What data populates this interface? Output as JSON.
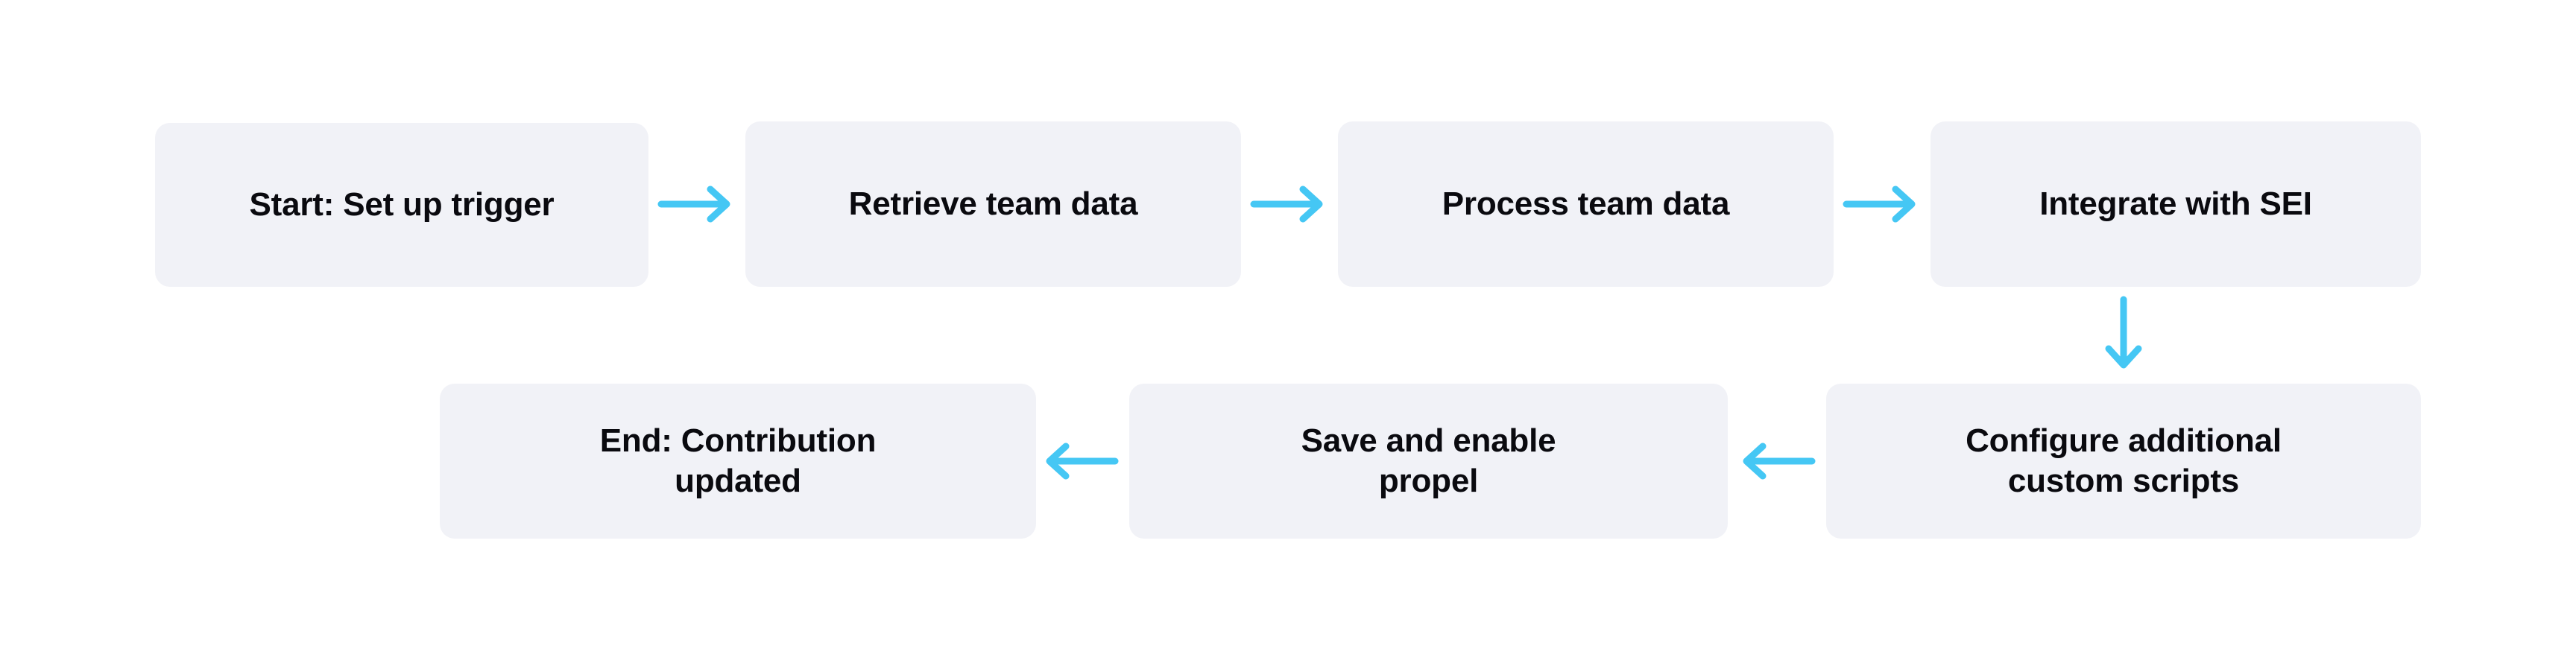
{
  "diagram": {
    "type": "flowchart",
    "title": "",
    "background_color": "#FFFFFF",
    "node_fill_color": "#F1F2F7",
    "node_text_color": "#0A0A0F",
    "arrow_color": "#45C7F4",
    "nodes": [
      {
        "id": "start",
        "label": "Start: Set up trigger",
        "row": 1,
        "order": 1
      },
      {
        "id": "retrieve",
        "label": "Retrieve team data",
        "row": 1,
        "order": 2
      },
      {
        "id": "process",
        "label": "Process team data",
        "row": 1,
        "order": 3
      },
      {
        "id": "integrate",
        "label": "Integrate with SEI",
        "row": 1,
        "order": 4
      },
      {
        "id": "configure",
        "label": "Configure additional\ncustom scripts",
        "row": 2,
        "order": 1
      },
      {
        "id": "save",
        "label": "Save and enable\npropel",
        "row": 2,
        "order": 2
      },
      {
        "id": "end",
        "label": "End: Contribution\nupdated",
        "row": 2,
        "order": 3
      }
    ],
    "edges": [
      {
        "from": "start",
        "to": "retrieve",
        "direction": "right",
        "label": ""
      },
      {
        "from": "retrieve",
        "to": "process",
        "direction": "right",
        "label": ""
      },
      {
        "from": "process",
        "to": "integrate",
        "direction": "right",
        "label": ""
      },
      {
        "from": "integrate",
        "to": "configure",
        "direction": "down",
        "label": ""
      },
      {
        "from": "configure",
        "to": "save",
        "direction": "left",
        "label": ""
      },
      {
        "from": "save",
        "to": "end",
        "direction": "left",
        "label": ""
      }
    ]
  }
}
